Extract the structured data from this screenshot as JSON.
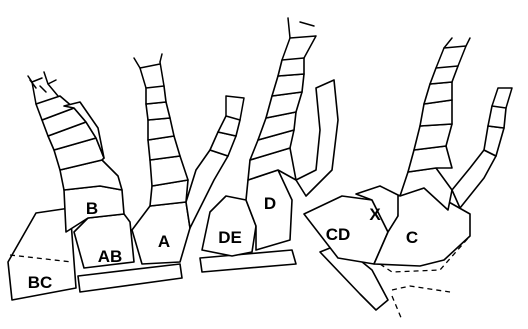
{
  "labels": {
    "bc": "BC",
    "b": "B",
    "ab": "AB",
    "a": "A",
    "de": "DE",
    "d": "D",
    "cd": "CD",
    "x": "X",
    "c": "C"
  }
}
